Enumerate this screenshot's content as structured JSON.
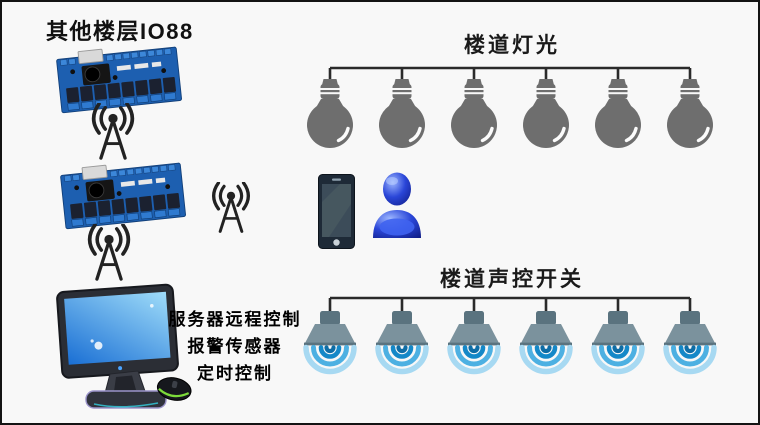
{
  "canvas": {
    "background": "#f8f8f8",
    "border_color": "#141414"
  },
  "controllers": {
    "title": "其他楼层IO88",
    "board_icon": "io-controller-board-icon",
    "board_count": 2,
    "board_color": "#1d5fb0",
    "relay_color": "#1b2130"
  },
  "wireless": {
    "icon": "radio-antenna-icon",
    "count": 3,
    "color": "#222222"
  },
  "server": {
    "icon": "desktop-computer-icon",
    "caption_lines": [
      "服务器远程控制",
      "报警传感器",
      "定时控制"
    ],
    "screen_colors": [
      "#9fdcf9",
      "#1a6fd4"
    ]
  },
  "mobile_user": {
    "phone_icon": "smartphone-icon",
    "person_icon": "user-icon",
    "person_color": "#2a46d8"
  },
  "lighting": {
    "title": "楼道灯光",
    "device_icon": "light-bulb-icon",
    "device_count": 6,
    "bulb_color": "#6e6e6e",
    "wire_color": "#2a2a2a"
  },
  "sound_switches": {
    "title": "楼道声控开关",
    "device_icon": "sound-switch-icon",
    "device_count": 6,
    "horn_color": "#7b929d",
    "cap_color": "#5a737f",
    "wave_colors": [
      "#a7d9f2",
      "#4db0e2",
      "#1488c8",
      "#0e6da6"
    ],
    "wire_color": "#2a2a2a"
  }
}
